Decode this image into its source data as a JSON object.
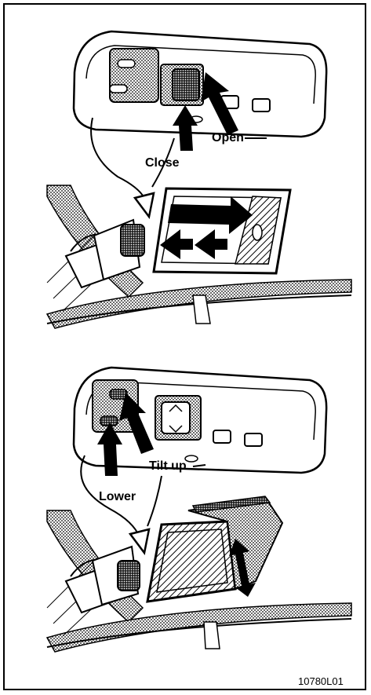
{
  "labels": {
    "open": "Open",
    "close": "Close",
    "tilt_up": "Tilt up",
    "lower": "Lower",
    "figure_code": "10780L01"
  },
  "colors": {
    "ink": "#000000",
    "paper": "#ffffff",
    "shade": "#8a8a8a"
  }
}
